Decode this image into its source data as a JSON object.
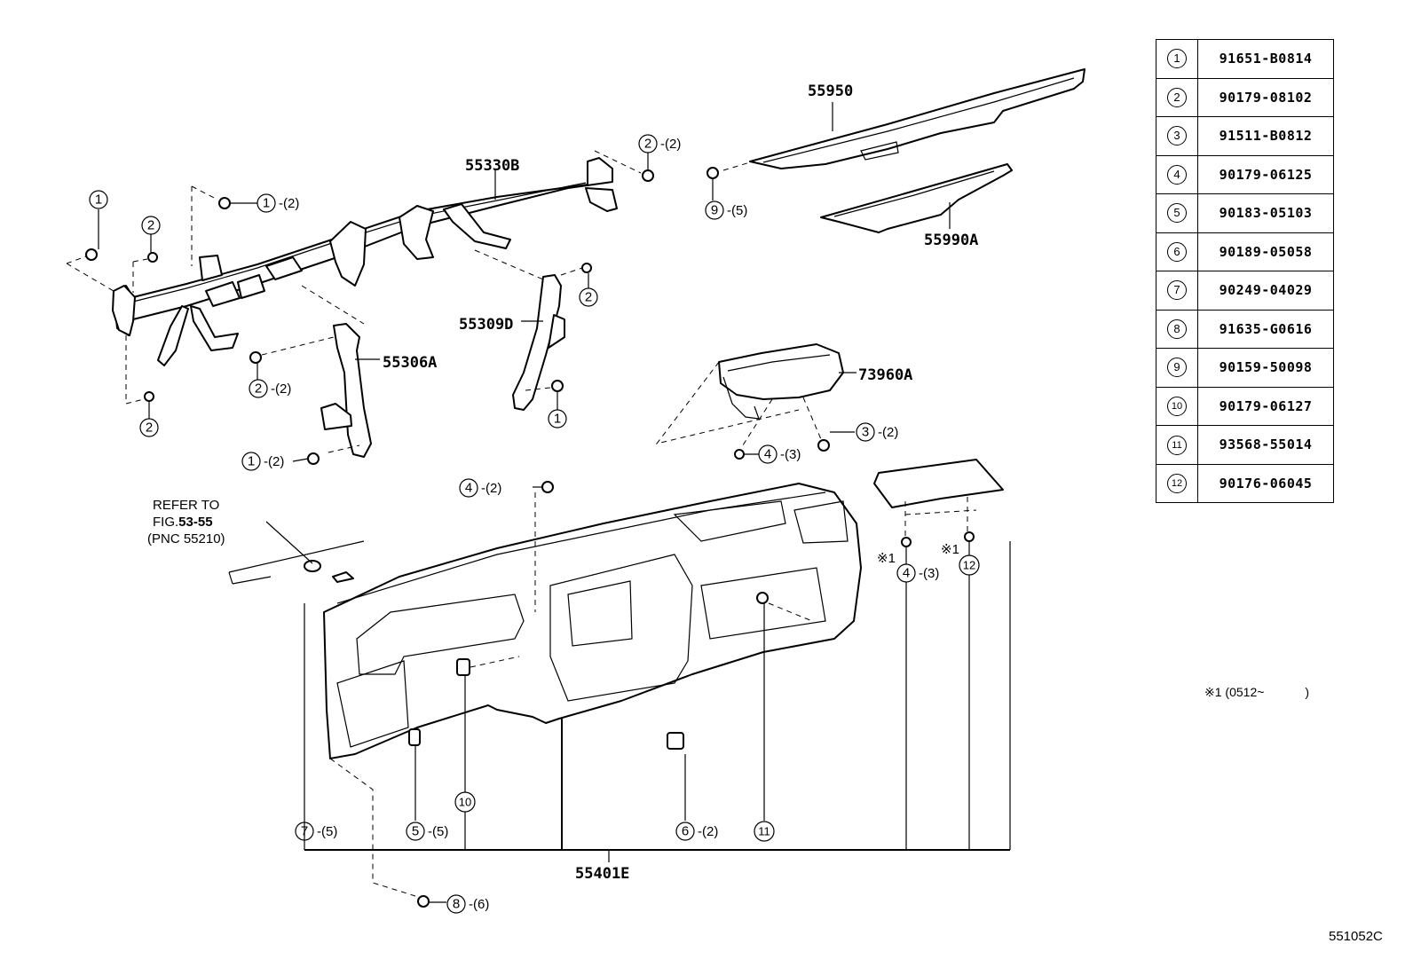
{
  "diagram": {
    "figure_code": "551052C",
    "footnote": {
      "mark": "※1",
      "text": "(0512~",
      "close": ")"
    },
    "refer_note": {
      "line1": "REFER TO",
      "line2_prefix": "FIG.",
      "line2_fig": "53-55",
      "line3": "(PNC 55210)"
    },
    "part_labels": {
      "p55950": "55950",
      "p55330B": "55330B",
      "p55990A": "55990A",
      "p55309D": "55309D",
      "p55306A": "55306A",
      "p73960A": "73960A",
      "p55401E": "55401E"
    },
    "callouts": {
      "c1_left": {
        "num": "1",
        "qty": ""
      },
      "c2_left_top": {
        "num": "2",
        "qty": ""
      },
      "c2_left_bottom": {
        "num": "2",
        "qty": ""
      },
      "c1_top": {
        "num": "1",
        "qty": "-(2)"
      },
      "c2_top_right": {
        "num": "2",
        "qty": "-(2)"
      },
      "c9": {
        "num": "9",
        "qty": "-(5)"
      },
      "c2_mid": {
        "num": "2",
        "qty": "-(2)"
      },
      "c1_bottom": {
        "num": "1",
        "qty": "-(2)"
      },
      "c2_55309": {
        "num": "2",
        "qty": ""
      },
      "c1_55309": {
        "num": "1",
        "qty": ""
      },
      "c3": {
        "num": "3",
        "qty": "-(2)"
      },
      "c4_airbag": {
        "num": "4",
        "qty": "-(3)"
      },
      "c4_top": {
        "num": "4",
        "qty": "-(2)"
      },
      "c4_glove": {
        "num": "4",
        "qty": "-(3)",
        "mark": "※1"
      },
      "c12": {
        "num": "12",
        "qty": "",
        "mark": "※1"
      },
      "c7": {
        "num": "7",
        "qty": "-(5)"
      },
      "c5": {
        "num": "5",
        "qty": "-(5)"
      },
      "c10": {
        "num": "10",
        "qty": ""
      },
      "c6": {
        "num": "6",
        "qty": "-(2)"
      },
      "c11": {
        "num": "11",
        "qty": ""
      },
      "c8": {
        "num": "8",
        "qty": "-(6)"
      }
    }
  },
  "parts_table": [
    {
      "ref": "1",
      "part_number": "91651-B0814"
    },
    {
      "ref": "2",
      "part_number": "90179-08102"
    },
    {
      "ref": "3",
      "part_number": "91511-B0812"
    },
    {
      "ref": "4",
      "part_number": "90179-06125"
    },
    {
      "ref": "5",
      "part_number": "90183-05103"
    },
    {
      "ref": "6",
      "part_number": "90189-05058"
    },
    {
      "ref": "7",
      "part_number": "90249-04029"
    },
    {
      "ref": "8",
      "part_number": "91635-G0616"
    },
    {
      "ref": "9",
      "part_number": "90159-50098"
    },
    {
      "ref": "10",
      "part_number": "90179-06127"
    },
    {
      "ref": "11",
      "part_number": "93568-55014"
    },
    {
      "ref": "12",
      "part_number": "90176-06045"
    }
  ]
}
